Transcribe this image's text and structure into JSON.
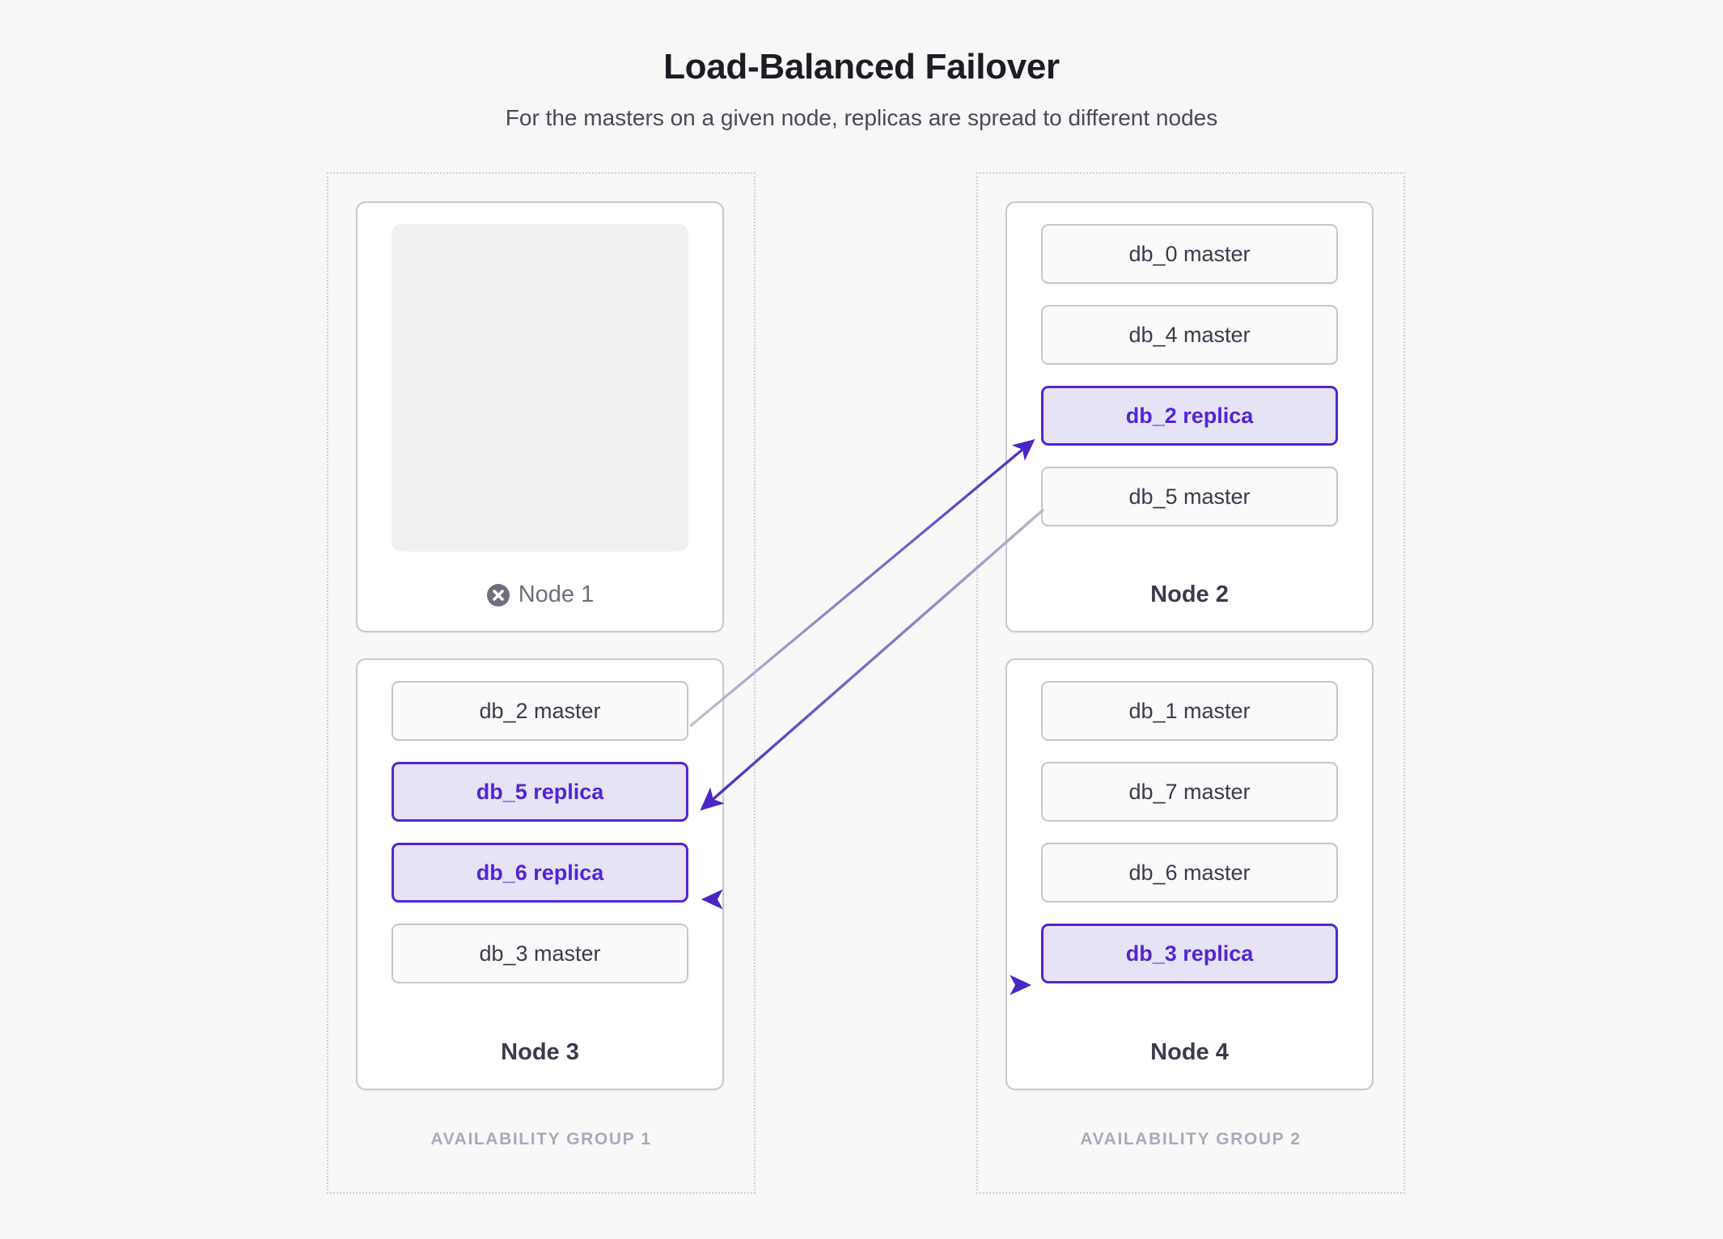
{
  "header": {
    "title": "Load-Balanced Failover",
    "subtitle": "For the masters on a given node, replicas are spread to different nodes"
  },
  "colors": {
    "page_background": "#f7f7f8",
    "replica_fill": "#e6e3f6",
    "replica_border": "#5325d4",
    "replica_text": "#5325d4",
    "master_fill": "#fafafb",
    "master_border": "#c6c6d0",
    "master_text": "#3b3b49",
    "arrow_purple": "#4a26c4",
    "arrow_gray": "#c0c0c9",
    "group_label": "#a9a9bb",
    "failed_node_text": "#6e6e7e"
  },
  "availability_groups": [
    {
      "label": "AVAILABILITY GROUP 1"
    },
    {
      "label": "AVAILABILITY GROUP 2"
    }
  ],
  "nodes": [
    {
      "name": "Node 1",
      "status": "failed",
      "status_icon": "x-circle-icon",
      "shards": []
    },
    {
      "name": "Node 2",
      "status": "ok",
      "shards": [
        {
          "label": "db_0 master",
          "role": "master"
        },
        {
          "label": "db_4 master",
          "role": "master"
        },
        {
          "label": "db_2 replica",
          "role": "replica"
        },
        {
          "label": "db_5 master",
          "role": "master"
        }
      ]
    },
    {
      "name": "Node 3",
      "status": "ok",
      "shards": [
        {
          "label": "db_2 master",
          "role": "master"
        },
        {
          "label": "db_5 replica",
          "role": "replica"
        },
        {
          "label": "db_6 replica",
          "role": "replica"
        },
        {
          "label": "db_3 master",
          "role": "master"
        }
      ]
    },
    {
      "name": "Node 4",
      "status": "ok",
      "shards": [
        {
          "label": "db_1 master",
          "role": "master"
        },
        {
          "label": "db_7 master",
          "role": "master"
        },
        {
          "label": "db_6 master",
          "role": "master"
        },
        {
          "label": "db_3 replica",
          "role": "replica"
        }
      ]
    }
  ],
  "connections": [
    {
      "from": "db_2 master",
      "from_node": "Node 3",
      "to": "db_2 replica",
      "to_node": "Node 2"
    },
    {
      "from": "db_5 master",
      "from_node": "Node 2",
      "to": "db_5 replica",
      "to_node": "Node 3"
    },
    {
      "from": "db_6 master",
      "from_node": "Node 4",
      "to": "db_6 replica",
      "to_node": "Node 3"
    },
    {
      "from": "db_3 master",
      "from_node": "Node 3",
      "to": "db_3 replica",
      "to_node": "Node 4"
    }
  ]
}
